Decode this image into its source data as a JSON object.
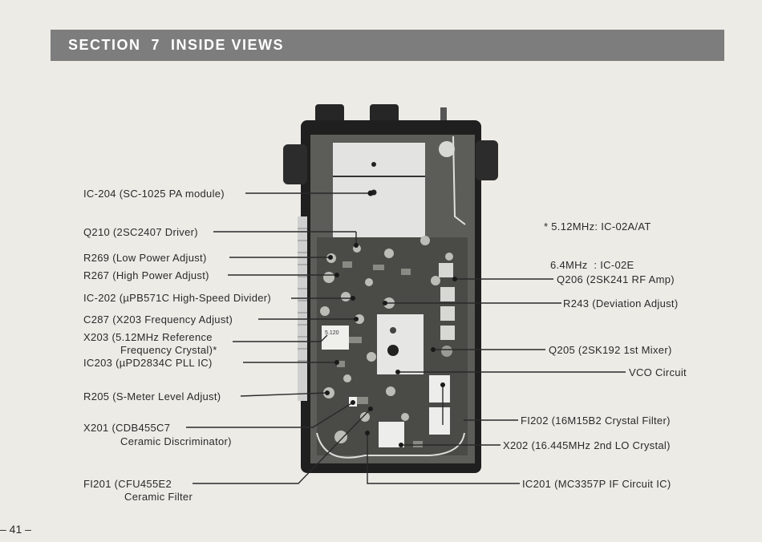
{
  "section_title": "SECTION  7  INSIDE VIEWS",
  "page_number": "– 41 –",
  "note": {
    "line1": "* 5.12MHz: IC-02A/AT",
    "line2": "6.4MHz  : IC-02E"
  },
  "left_labels": {
    "ic204": "IC-204 (SC-1025 PA module)",
    "q210": "Q210 (2SC2407 Driver)",
    "r269": "R269 (Low Power Adjust)",
    "r267": "R267 (High Power Adjust)",
    "ic202": "IC-202 (µPB571C High-Speed Divider)",
    "c287": "C287 (X203 Frequency Adjust)",
    "x203_line1": "X203 (5.12MHz Reference",
    "x203_line2": "Frequency Crystal)*",
    "ic203": "IC203 (µPD2834C PLL IC)",
    "r205": "R205 (S-Meter Level Adjust)",
    "x201_line1": "X201 (CDB455C7",
    "x201_line2": "Ceramic Discriminator)",
    "fi201_line1": "FI201 (CFU455E2",
    "fi201_line2": "Ceramic Filter"
  },
  "right_labels": {
    "q206": "Q206 (2SK241 RF Amp)",
    "r243": "R243 (Deviation Adjust)",
    "q205": "Q205 (2SK192 1st Mixer)",
    "vco": "VCO Circuit",
    "fi202": "FI202 (16M15B2 Crystal Filter)",
    "x202": "X202 (16.445MHz 2nd LO Crystal)",
    "ic201": "IC201 (MC3357P IF Circuit IC)"
  },
  "crystal_marking": "5.120"
}
